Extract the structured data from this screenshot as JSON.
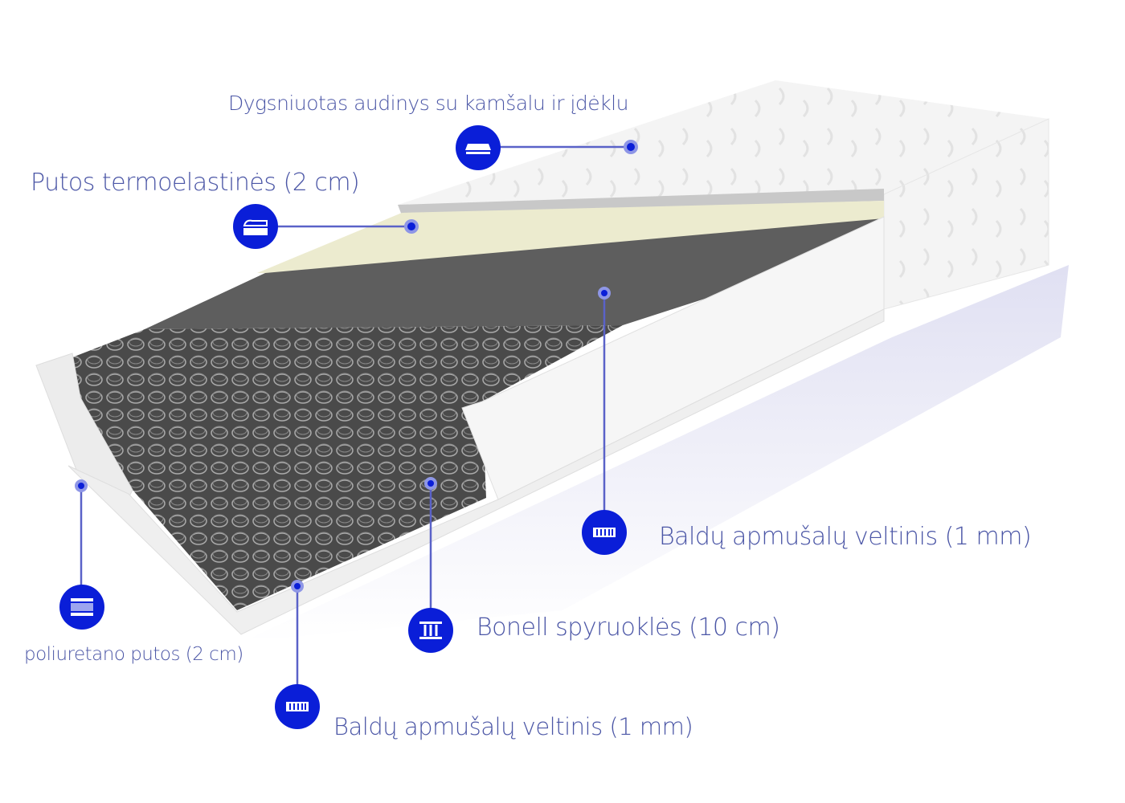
{
  "labels": {
    "cover": "Dygsniuotas audinys su kamšalu ir įdėklu",
    "thermo_foam": "Putos termoelastinės (2 cm)",
    "felt_top": "Baldų apmušalų veltinis (1 mm)",
    "springs": "Bonell spyruoklės (10 cm)",
    "felt_bottom": "Baldų apmušalų veltinis (1 mm)",
    "pu_foam": "poliuretano putos (2 cm)"
  },
  "icons": [
    "quilted-fabric-icon",
    "thermo-foam-icon",
    "felt-icon",
    "spring-icon",
    "felt-icon",
    "foam-icon"
  ],
  "colors": {
    "accent": "#0a1ed8",
    "label": "#4b56a6",
    "line": "#5a62c8"
  }
}
